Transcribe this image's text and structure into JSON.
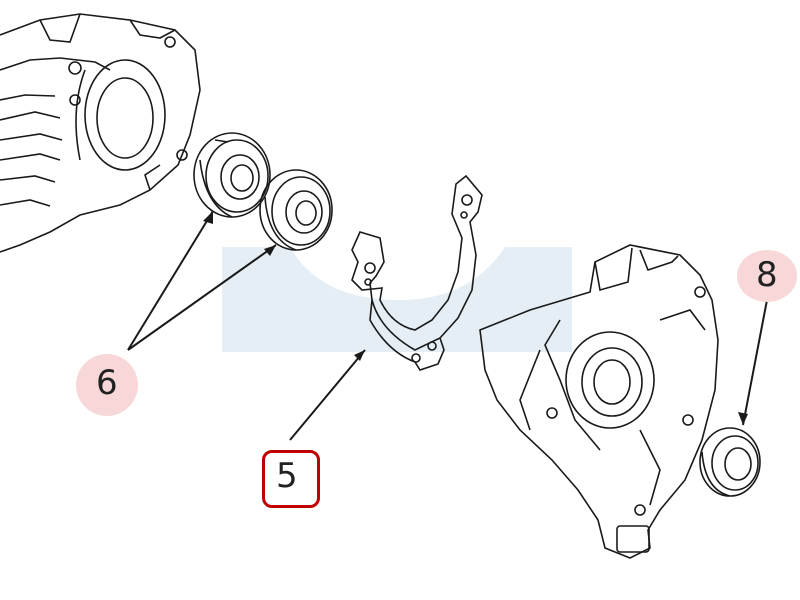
{
  "diagram": {
    "callouts": [
      {
        "id": "6",
        "label": "6",
        "highlight": "#f7d7d7",
        "style": "circle-highlight"
      },
      {
        "id": "5",
        "label": "5",
        "highlight": "#c00000",
        "style": "red-rounded-box"
      },
      {
        "id": "8",
        "label": "8",
        "highlight": "#f7d7d7",
        "style": "circle-highlight"
      }
    ],
    "colors": {
      "line": "#1a1a1a",
      "watermark": "#e4eef4"
    }
  }
}
